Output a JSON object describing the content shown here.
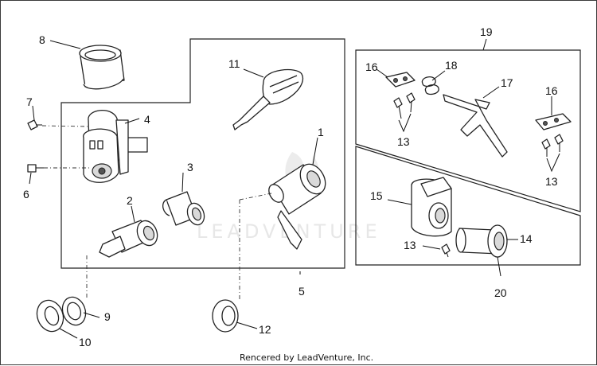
{
  "diagram": {
    "footer": "Rencered by LeadVenture, Inc.",
    "watermark": "LEADVENTURE",
    "callouts": {
      "c1": "1",
      "c2": "2",
      "c3": "3",
      "c4": "4",
      "c5": "5",
      "c6": "6",
      "c7": "7",
      "c8": "8",
      "c9": "9",
      "c10": "10",
      "c11": "11",
      "c12": "12",
      "c13a": "13",
      "c13b": "13",
      "c13c": "13",
      "c14": "14",
      "c15": "15",
      "c16a": "16",
      "c16b": "16",
      "c17": "17",
      "c18": "18",
      "c19": "19",
      "c20": "20"
    }
  }
}
